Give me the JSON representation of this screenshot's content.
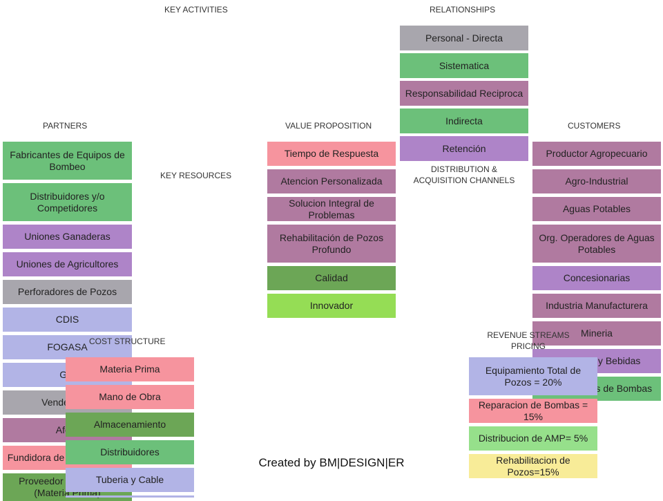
{
  "headers": {
    "key_activities": "KEY ACTIVITIES",
    "relationships": "RELATIONSHIPS",
    "partners": "PARTNERS",
    "value_proposition": "VALUE PROPOSITION",
    "customers": "CUSTOMERS",
    "key_resources": "KEY RESOURCES",
    "distribution_line1": "DISTRIBUTION  &",
    "distribution_line2": "ACQUISITION  CHANNELS",
    "cost_structure": "COST  STRUCTURE",
    "revenue_line1": "REVENUE  STREAMS",
    "revenue_line2": "PRICING"
  },
  "relationships": [
    "Personal - Directa",
    "Sistematica",
    "Responsabilidad Reciproca",
    "Indirecta",
    "Retención"
  ],
  "partners": [
    "Fabricantes de Equipos de Bombeo",
    "Distribuidores y/o Competidores",
    "Uniones Ganaderas",
    "Uniones de Agricultores",
    "Perforadores de Pozos",
    "CDIS",
    "FOGASA",
    "GIL",
    "Vendedores",
    "Afora",
    "Fundidora de Materia Prima",
    "Proveedor de Insumos (Materia Prima)"
  ],
  "value_proposition": [
    "Tiempo de Respuesta",
    "Atencion Personalizada",
    "Solucion Integral de Problemas",
    "Rehabilitación de Pozos Profundo",
    "Calidad",
    "Innovador"
  ],
  "customers": [
    "Productor Agropecuario",
    "Agro-Industrial",
    "Aguas Potables",
    "Org. Operadores de Aguas Potables",
    "Concesionarias",
    "Industria Manufacturera",
    "Mineria",
    "Alimentos y Bebidas",
    "Distribuidores de Bombas"
  ],
  "cost_structure": [
    "Materia Prima",
    "Mano de Obra",
    "Almacenamiento",
    "Distribuidores",
    "Tuberia y Cable"
  ],
  "revenue": [
    "Equipamiento Total de Pozos = 20%",
    "Reparacion de Bombas = 15%",
    "Distribucion de AMP= 5%",
    "Rehabilitacion de Pozos=15%"
  ],
  "credit": "Created by BM|DESIGN|ER",
  "colors": {
    "green": "#6cc07a",
    "mauve": "#b07aa0",
    "gray": "#a8a6ad",
    "lavender": "#b2b4e6",
    "pink": "#f6949e",
    "olive": "#6ca656",
    "lime": "#95dd55",
    "purple": "#ae84c8",
    "mint": "#96e08b",
    "yellow": "#f8ec98"
  }
}
